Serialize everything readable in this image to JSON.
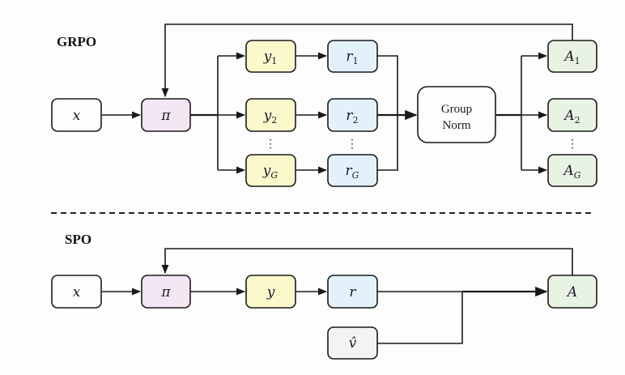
{
  "diagram": {
    "grpo": {
      "title": "GRPO",
      "input": {
        "label": "x"
      },
      "policy": {
        "label": "π"
      },
      "outputs": [
        {
          "base": "y",
          "sub": "1"
        },
        {
          "base": "y",
          "sub": "2"
        },
        {
          "base": "y",
          "sub": "G"
        }
      ],
      "rewards": [
        {
          "base": "r",
          "sub": "1"
        },
        {
          "base": "r",
          "sub": "2"
        },
        {
          "base": "r",
          "sub": "G"
        }
      ],
      "norm": {
        "line1": "Group",
        "line2": "Norm"
      },
      "advantages": [
        {
          "base": "A",
          "sub": "1"
        },
        {
          "base": "A",
          "sub": "2"
        },
        {
          "base": "A",
          "sub": "G"
        }
      ],
      "ellipsis": "⋮"
    },
    "spo": {
      "title": "SPO",
      "input": {
        "label": "x"
      },
      "policy": {
        "label": "π"
      },
      "output": {
        "label": "y"
      },
      "reward": {
        "label": "r"
      },
      "value": {
        "label": "v̂"
      },
      "advantage": {
        "label": "A"
      }
    },
    "colors": {
      "input": "#fdfdfd",
      "policy": "#f3e6f3",
      "output": "#fbf8cc",
      "reward": "#e3f1fb",
      "advantage": "#e9f3e3",
      "value": "#f3f3f3",
      "norm": "#fdfdfd"
    }
  }
}
